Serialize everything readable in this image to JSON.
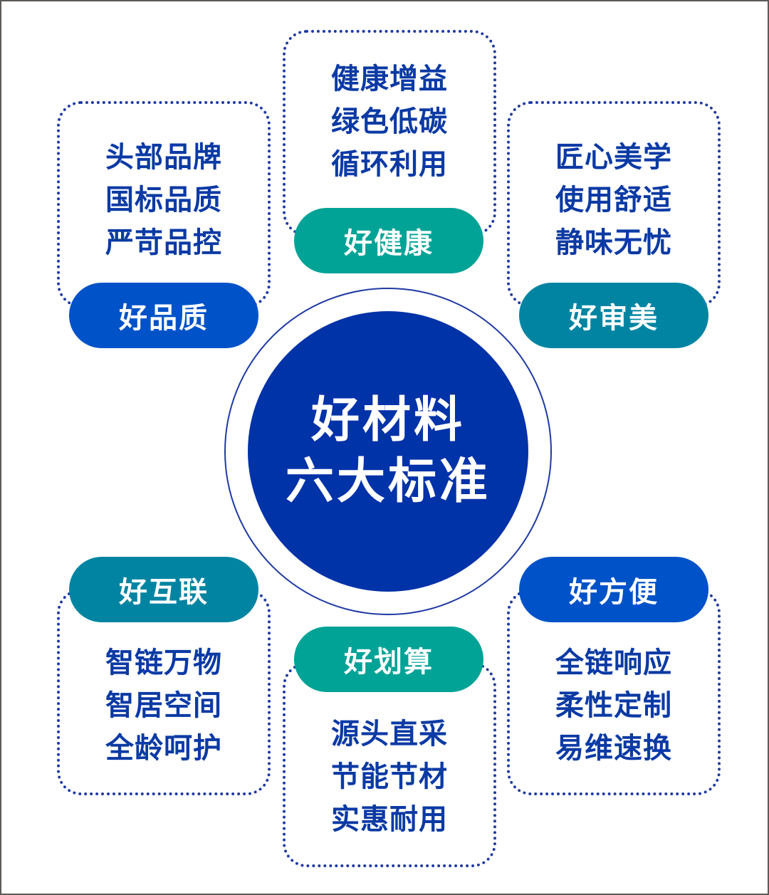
{
  "colors": {
    "royal_blue": "#0052c8",
    "teal_green": "#00a396",
    "teal_blue": "#0084a2",
    "hub_blue": "#0032a8",
    "text_blue": "#0b3aa4",
    "dotted_border": "#1f3aa3"
  },
  "center": {
    "line1": "好材料",
    "line2": "六大标准"
  },
  "standards": [
    {
      "title": "好品质",
      "color": "#0052c8",
      "items": [
        "头部品牌",
        "国标品质",
        "严苛品控"
      ]
    },
    {
      "title": "好健康",
      "color": "#00a396",
      "items": [
        "健康增益",
        "绿色低碳",
        "循环利用"
      ]
    },
    {
      "title": "好审美",
      "color": "#0084a2",
      "items": [
        "匠心美学",
        "使用舒适",
        "静味无忧"
      ]
    },
    {
      "title": "好互联",
      "color": "#0084a2",
      "items": [
        "智链万物",
        "智居空间",
        "全龄呵护"
      ]
    },
    {
      "title": "好划算",
      "color": "#00a396",
      "items": [
        "源头直采",
        "节能节材",
        "实惠耐用"
      ]
    },
    {
      "title": "好方便",
      "color": "#0052c8",
      "items": [
        "全链响应",
        "柔性定制",
        "易维速换"
      ]
    }
  ]
}
